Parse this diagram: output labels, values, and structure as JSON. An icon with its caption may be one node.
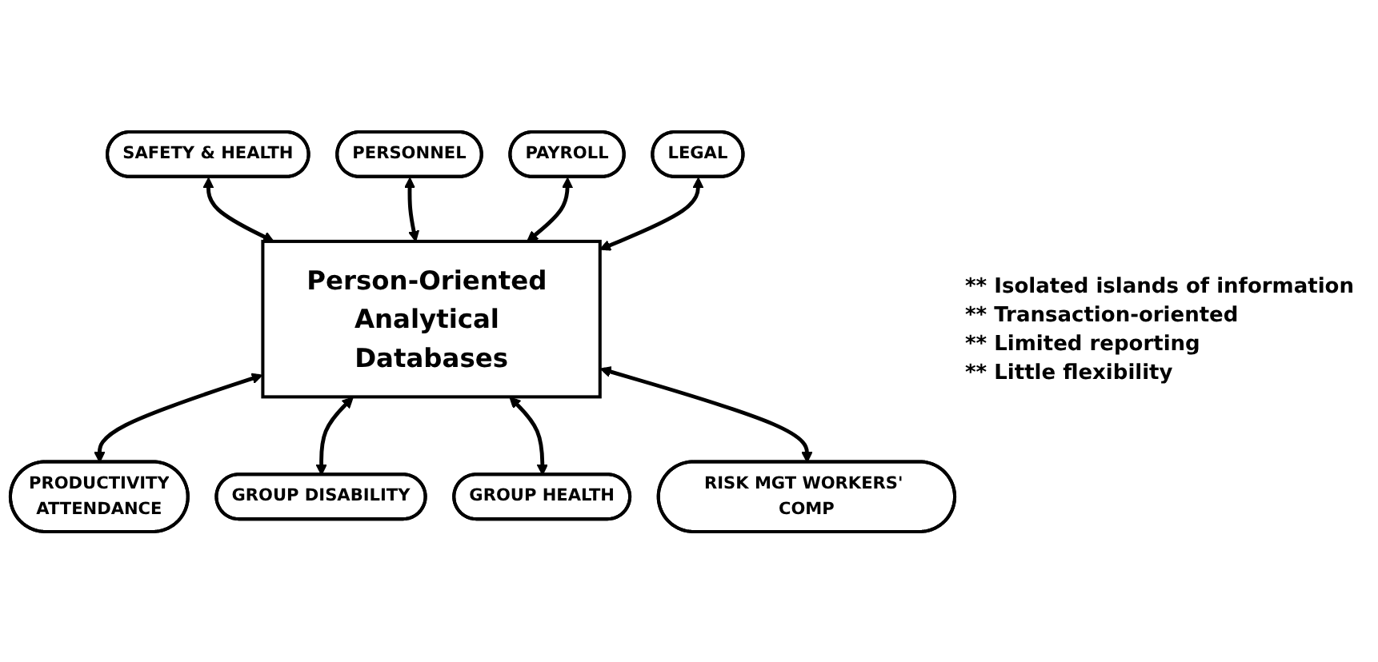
{
  "diagram": {
    "nodes": [
      {
        "text": [
          "Person-Oriented Analytical Databases"
        ]
      },
      {
        "text": [
          "PERSONNEL"
        ]
      },
      {
        "text": [
          "PAYROLL"
        ]
      },
      {
        "text": [
          "PRODUCTIVITY",
          "ATTENDANCE"
        ]
      },
      {
        "text": [
          "GROUP DISABILITY"
        ]
      },
      {
        "text": [
          "GROUP HEALTH"
        ]
      },
      {
        "text": [
          "RISK MGT WORKERS' COMP"
        ]
      },
      {
        "text": [
          "LEGAL"
        ]
      },
      {
        "text": [
          "SAFETY & HEALTH"
        ]
      }
    ],
    "edges": [
      {
        "from": 8,
        "to": 0,
        "arrow": "both"
      },
      {
        "from": 1,
        "to": 0,
        "arrow": "both"
      },
      {
        "from": 2,
        "to": 0,
        "arrow": "both"
      },
      {
        "from": 7,
        "to": 0,
        "arrow": "both"
      },
      {
        "from": 0,
        "to": 3,
        "arrow": "both"
      },
      {
        "from": 0,
        "to": 4,
        "arrow": "both"
      },
      {
        "from": 0,
        "to": 5,
        "arrow": "both"
      },
      {
        "from": 0,
        "to": 6,
        "arrow": "both"
      }
    ],
    "labels": [
      "** Isolated islands of information",
      "** Transaction-oriented",
      "** Limited reporting",
      "** Little flexibility"
    ]
  }
}
